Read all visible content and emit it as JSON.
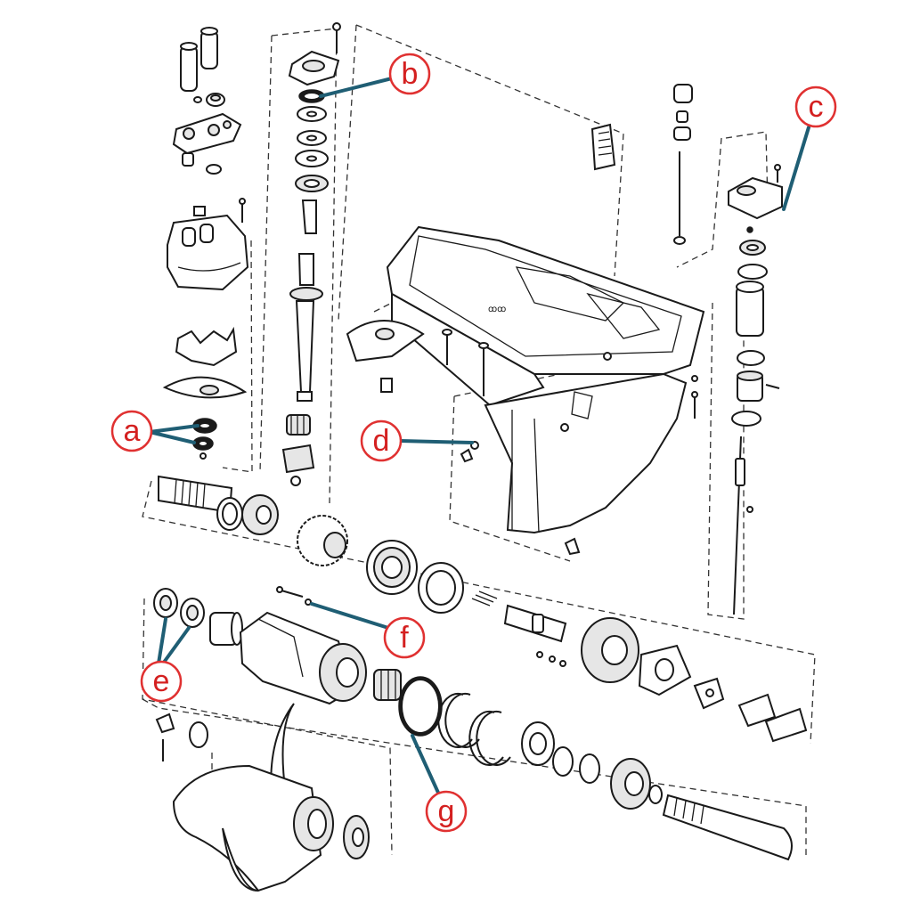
{
  "colors": {
    "callout_circle": "#e03131",
    "callout_text": "#d42020",
    "leader_line": "#1f5e74",
    "drawing": "#1a1a1a"
  },
  "callouts": [
    {
      "id": "a",
      "label": "a"
    },
    {
      "id": "b",
      "label": "b"
    },
    {
      "id": "c",
      "label": "c"
    },
    {
      "id": "d",
      "label": "d"
    },
    {
      "id": "e",
      "label": "e"
    },
    {
      "id": "f",
      "label": "f"
    },
    {
      "id": "g",
      "label": "g"
    }
  ]
}
